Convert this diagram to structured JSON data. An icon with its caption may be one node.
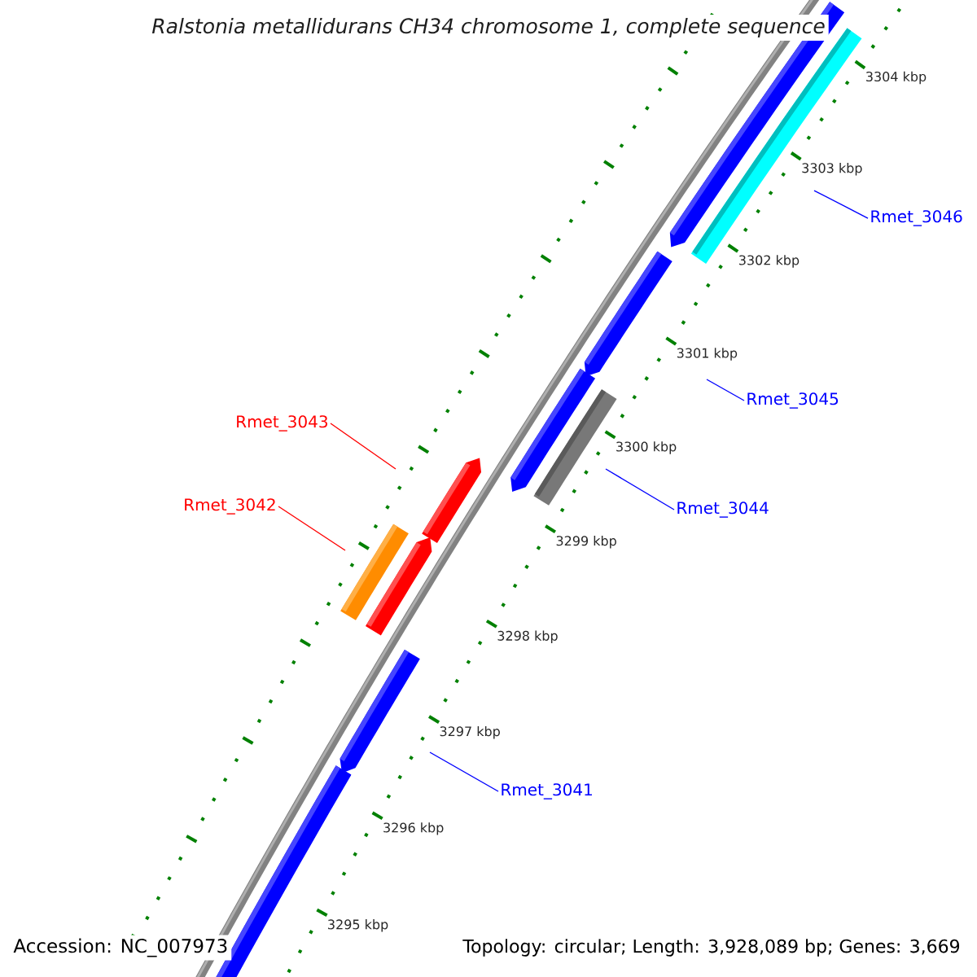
{
  "diagram": {
    "title": "Ralstonia metallidurans CH34 chromosome 1, complete sequence",
    "nodes": [
      {
        "text": [
          "Rmet_3046"
        ]
      },
      {
        "text": [
          "Rmet_3045"
        ]
      },
      {
        "text": [
          "Rmet_3043"
        ]
      },
      {
        "text": [
          "Rmet_3042"
        ]
      },
      {
        "text": [
          "Rmet_3044"
        ]
      },
      {
        "text": [
          "Rmet_3041"
        ]
      }
    ],
    "edges": [
      {
        "from": 0,
        "to": null,
        "arrow": "none"
      },
      {
        "from": 1,
        "to": null,
        "arrow": "none"
      },
      {
        "from": 2,
        "to": null,
        "arrow": "none",
        "color": "#ff0000"
      },
      {
        "from": 3,
        "to": null,
        "arrow": "none",
        "color": "#ff0000"
      },
      {
        "from": 4,
        "to": null,
        "arrow": "none"
      },
      {
        "from": 5,
        "to": null,
        "arrow": "none"
      }
    ],
    "labels": [
      "3304 kbp",
      "3303 kbp",
      "3302 kbp",
      "3301 kbp",
      "3300 kbp",
      "3299 kbp",
      "3298 kbp",
      "3297 kbp",
      "3296 kbp",
      "3295 kbp",
      "Accession: NC_007973",
      "Topology: circular; Length: 3,928,089 bp; Genes: 3,669"
    ]
  }
}
